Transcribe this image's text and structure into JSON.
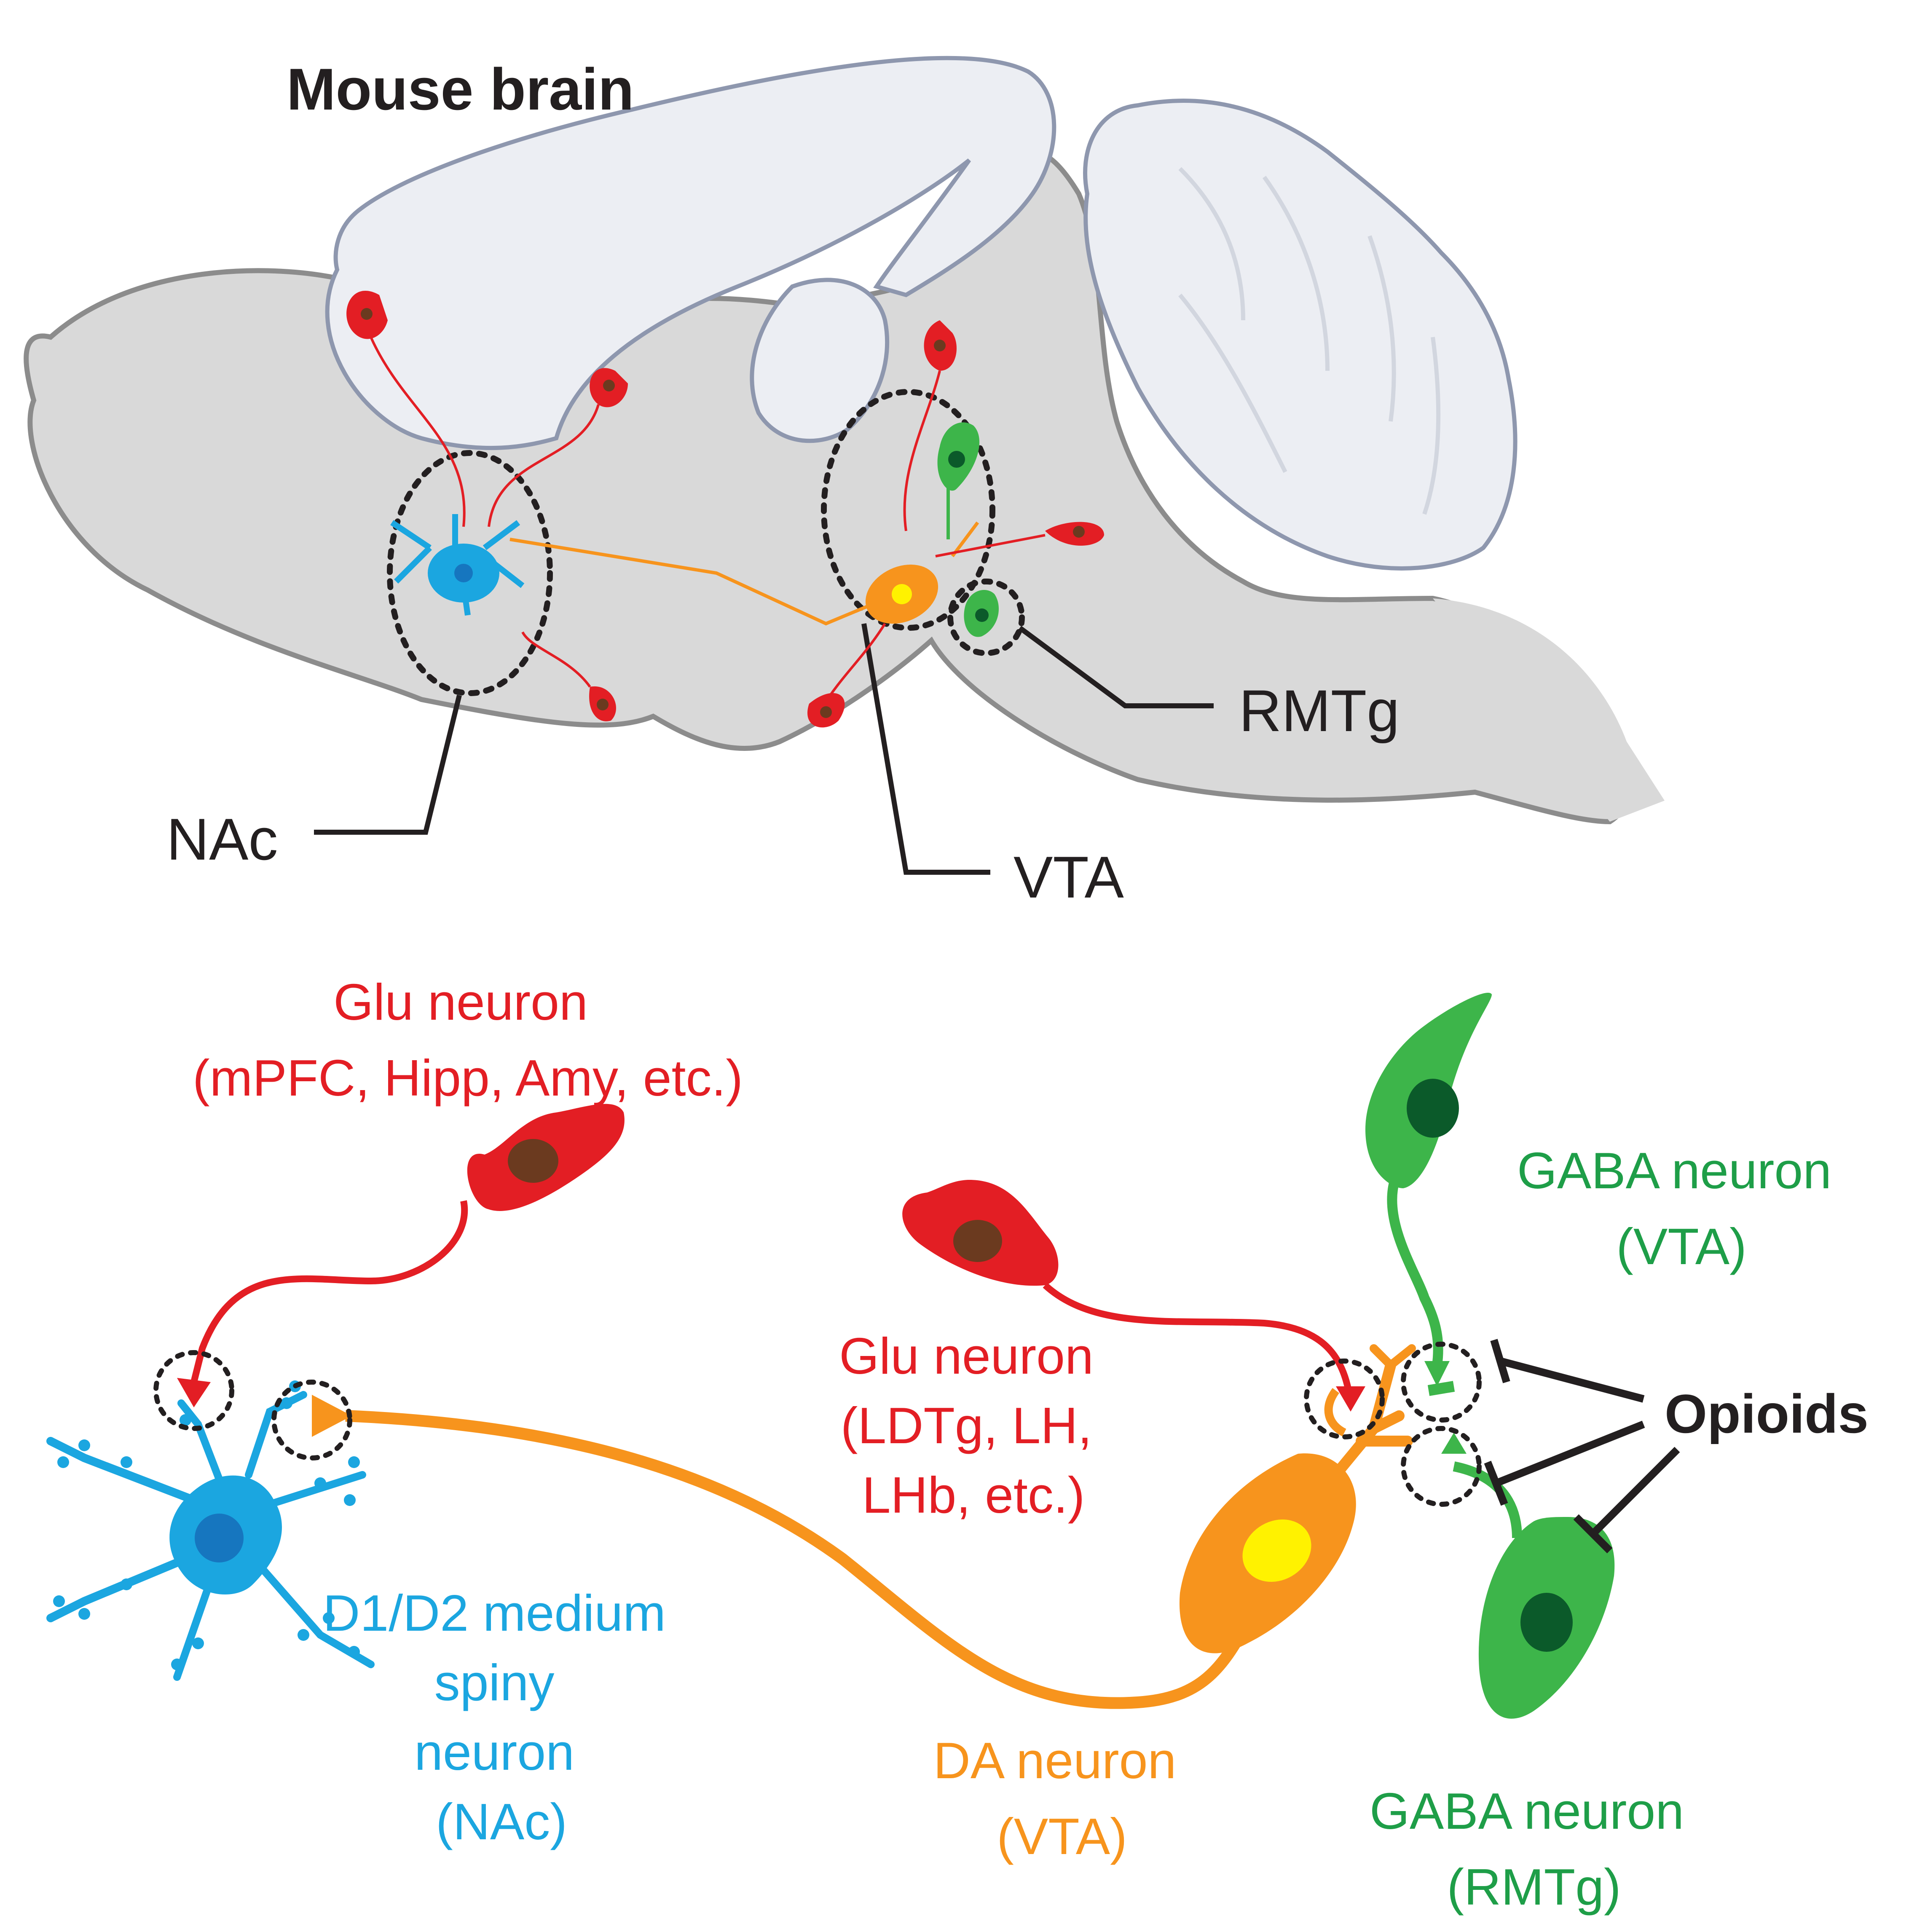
{
  "title": "Mouse brain",
  "regions": {
    "nac": "NAc",
    "vta": "VTA",
    "rmtg": "RMTg"
  },
  "labels": {
    "glu_top": [
      "Glu neuron",
      "(mPFC, Hipp, Amy, etc.)"
    ],
    "glu_mid": [
      "Glu neuron",
      "(LDTg, LH,",
      "LHb, etc.)"
    ],
    "msn": [
      "D1/D2 medium",
      "spiny",
      "neuron",
      "(NAc)"
    ],
    "da": [
      "DA neuron",
      "(VTA)"
    ],
    "gaba_vta": [
      "GABA neuron",
      "(VTA)"
    ],
    "gaba_rmtg": [
      "GABA neuron",
      "(RMTg)"
    ],
    "opioids": "Opioids"
  },
  "colors": {
    "glutamate": "#e31e24",
    "gaba": "#3db54a",
    "dopamine": "#f7941d",
    "msn": "#1ba6e0",
    "brain": "#d9d9d9",
    "cortex": "#eceef3"
  }
}
